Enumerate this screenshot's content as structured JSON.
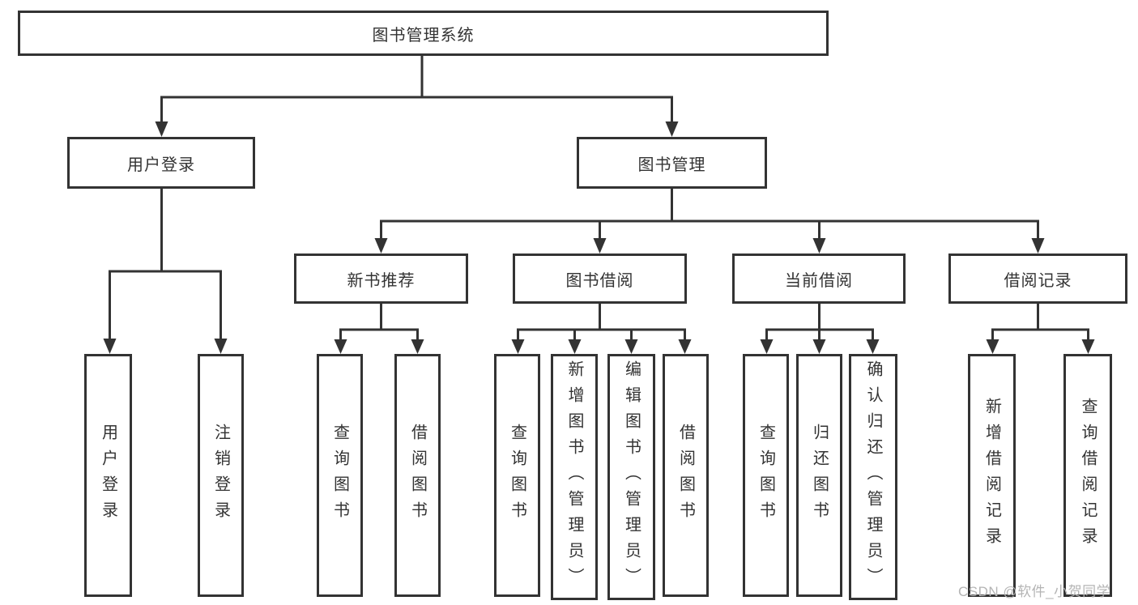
{
  "colors": {
    "line": "#333333",
    "border": "#333333",
    "text": "#333333",
    "background": "#ffffff",
    "watermark_text": "#b4b4b4"
  },
  "tree": {
    "root": "图书管理系统",
    "children": [
      {
        "label": "用户登录",
        "leaves": [
          "用户登录",
          "注销登录"
        ]
      },
      {
        "label": "图书管理",
        "children": [
          {
            "label": "新书推荐",
            "leaves": [
              "查询图书",
              "借阅图书"
            ]
          },
          {
            "label": "图书借阅",
            "leaves": [
              "查询图书",
              "新增图书（管理员）",
              "编辑图书（管理员）",
              "借阅图书"
            ]
          },
          {
            "label": "当前借阅",
            "leaves": [
              "查询图书",
              "归还图书",
              "确认归还（管理员）"
            ]
          },
          {
            "label": "借阅记录",
            "leaves": [
              "新增借阅记录",
              "查询借阅记录"
            ]
          }
        ]
      }
    ]
  },
  "watermark": {
    "text": "CSDN @软件_小贺同学"
  }
}
